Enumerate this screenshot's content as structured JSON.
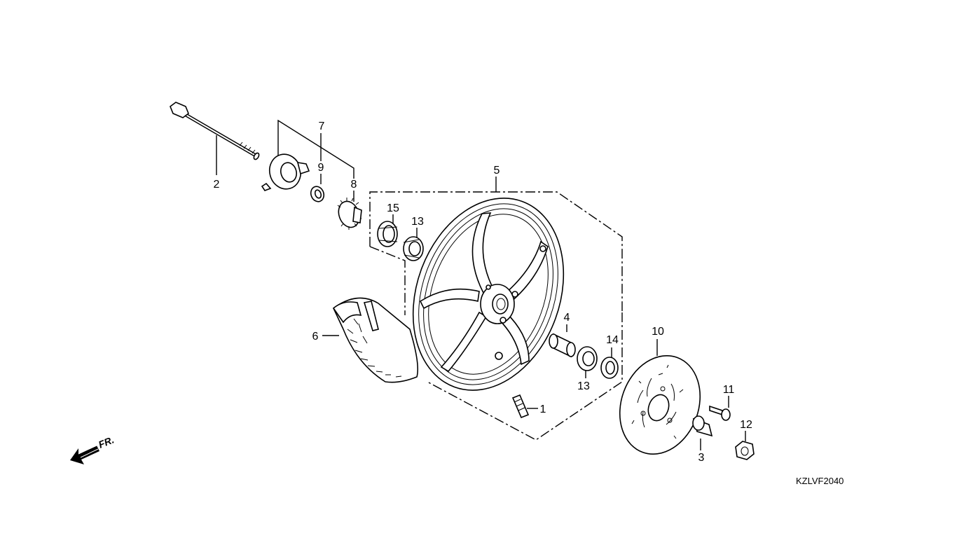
{
  "diagram": {
    "callouts": {
      "c1": "1",
      "c2": "2",
      "c3": "3",
      "c4": "4",
      "c5": "5",
      "c6": "6",
      "c7": "7",
      "c8": "8",
      "c9": "9",
      "c10": "10",
      "c11": "11",
      "c12": "12",
      "c13a": "13",
      "c13b": "13",
      "c14": "14",
      "c15": "15"
    },
    "front_label": "FR.",
    "diagram_code": "KZLVF2040",
    "colors": {
      "line": "#000000",
      "background": "#ffffff"
    }
  }
}
